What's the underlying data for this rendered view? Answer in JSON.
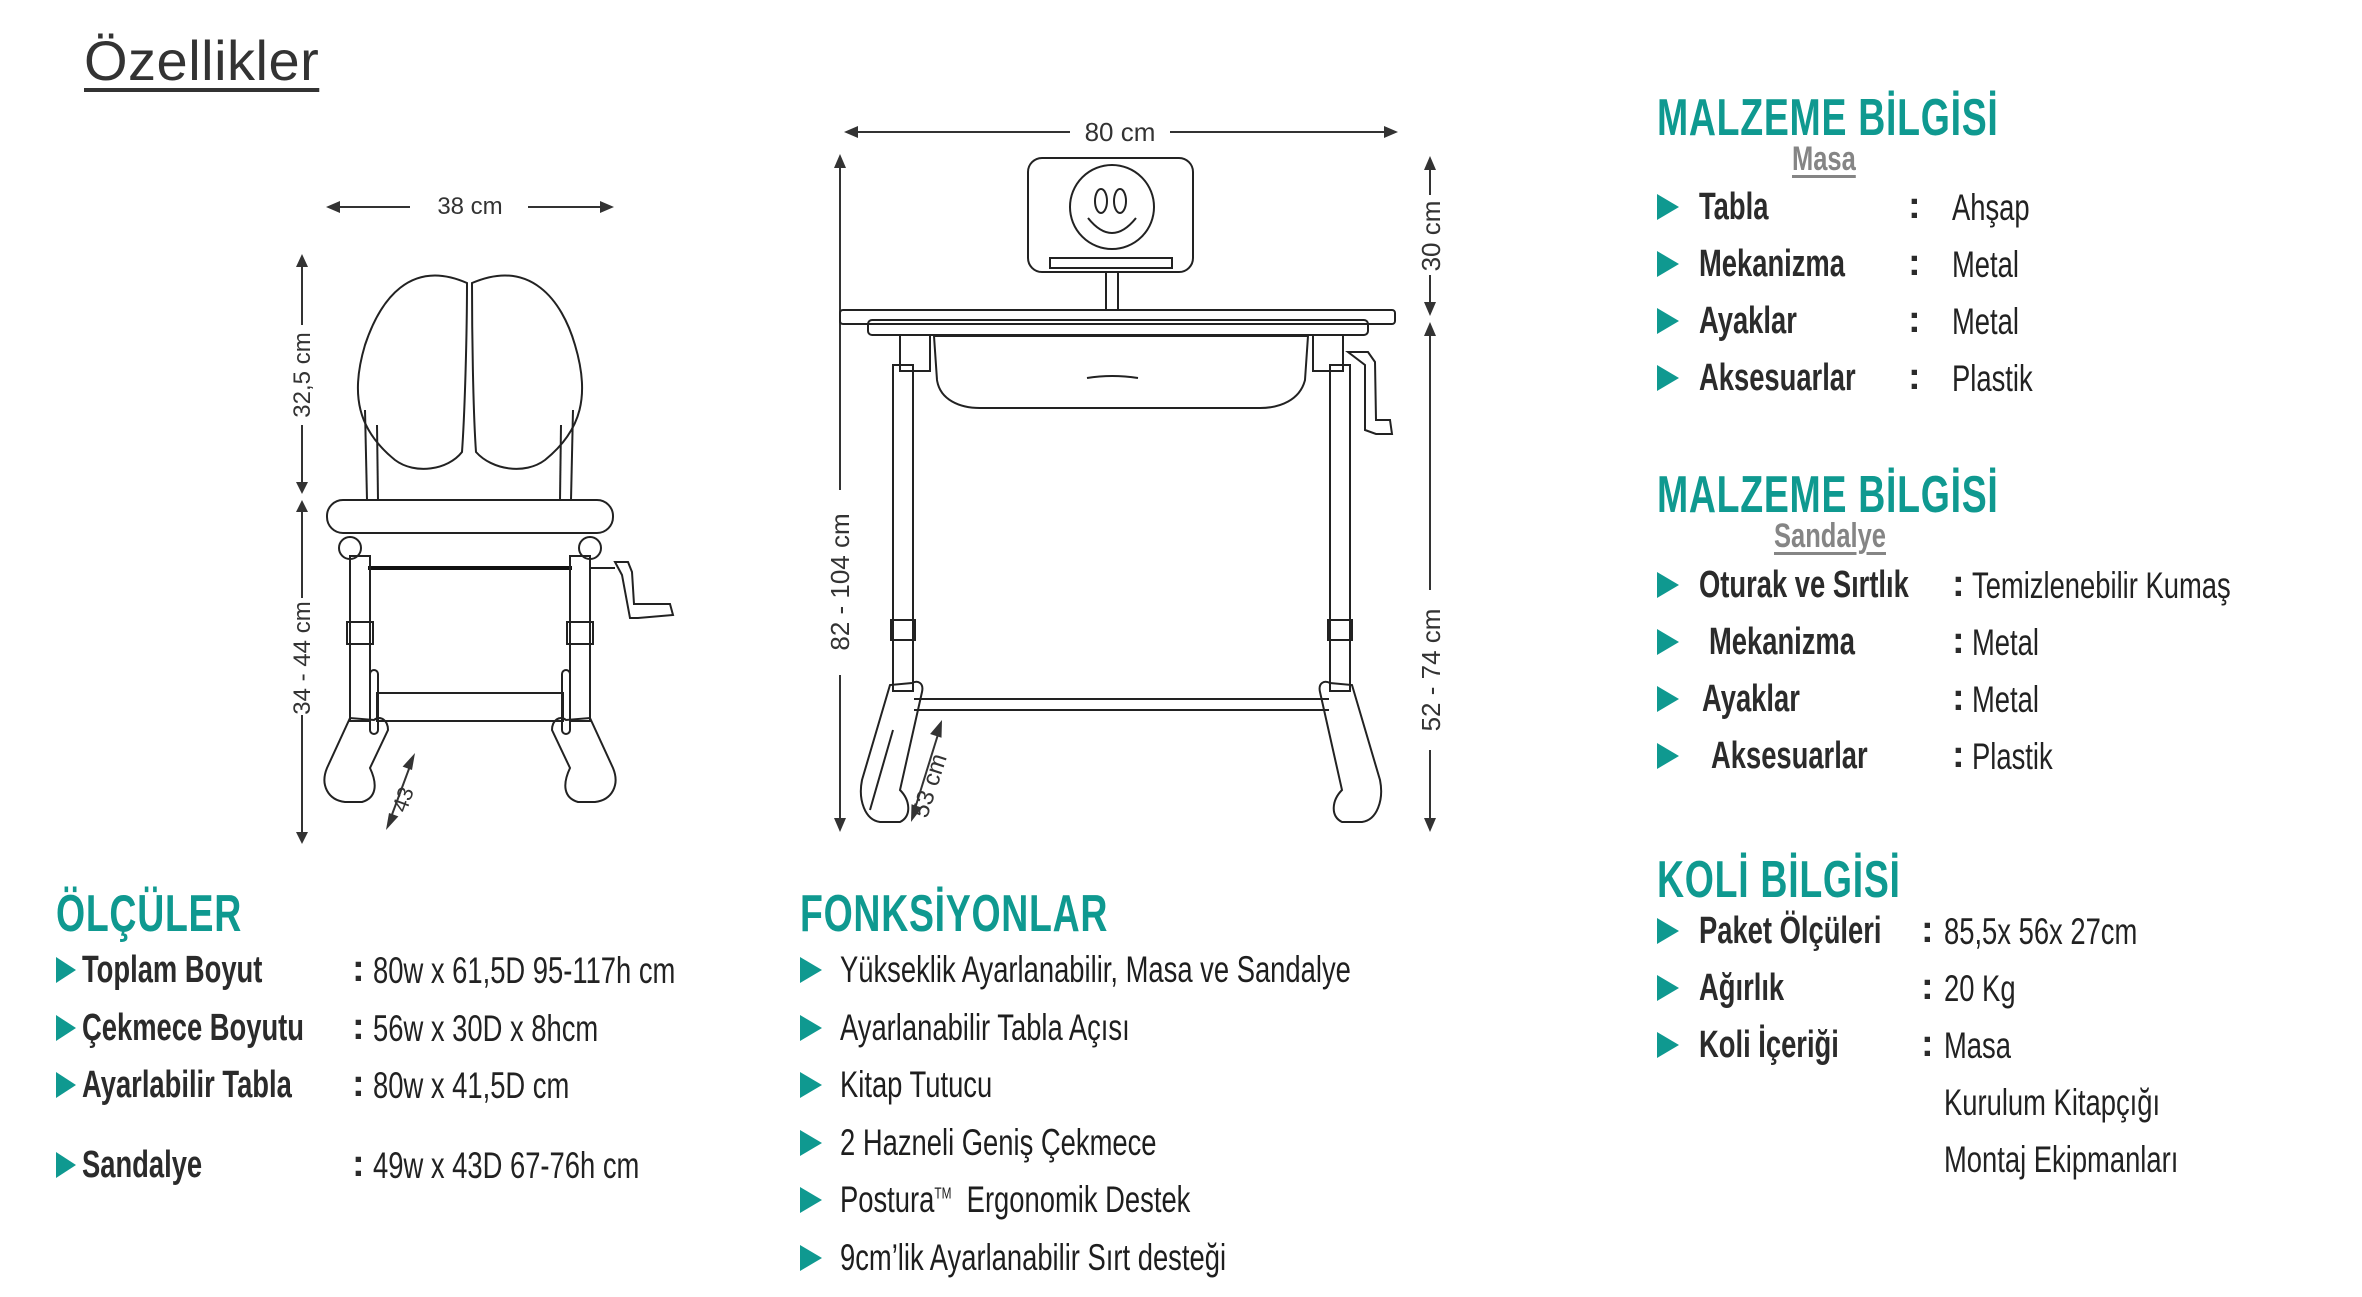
{
  "page": {
    "title": "Özellikler"
  },
  "accent_color": "#0f9990",
  "drawings": {
    "chair": {
      "dimensions": {
        "width": "38 cm",
        "backrest_height": "32,5 cm",
        "seat_height": "34 - 44 cm",
        "depth": "43"
      }
    },
    "desk": {
      "dimensions": {
        "width": "80 cm",
        "total_height": "82 - 104 cm",
        "book_holder_height": "30 cm",
        "desk_height": "52 - 74 cm",
        "depth": "53 cm"
      }
    }
  },
  "olculer": {
    "heading": "ÖLÇÜLER",
    "rows": [
      {
        "label": "Toplam  Boyut",
        "value": "80w x 61,5D  95-117h cm"
      },
      {
        "label": "Çekmece  Boyutu",
        "value": "56w x 30D x 8hcm"
      },
      {
        "label": "Ayarlabilir Tabla",
        "value": "80w x 41,5D cm"
      },
      {
        "label": "Sandalye",
        "value": "49w x 43D  67-76h cm"
      }
    ]
  },
  "fonksiyonlar": {
    "heading": "FONKSİYONLAR",
    "items": [
      "Yükseklik Ayarlanabilir, Masa ve Sandalye",
      "Ayarlanabilir Tabla Açısı",
      "Kitap Tutucu",
      "2 Hazneli Geniş Çekmece",
      "Postura",
      "9cm’lik Ayarlanabilir Sırt desteği"
    ],
    "postura_tm": "TM",
    "postura_rest": "Ergonomik Destek"
  },
  "malzeme_masa": {
    "heading": "MALZEME BİLGİSİ",
    "subheading": "Masa",
    "rows": [
      {
        "label": "Tabla",
        "value": "Ahşap"
      },
      {
        "label": "Mekanizma",
        "value": "Metal"
      },
      {
        "label": "Ayaklar",
        "value": "Metal"
      },
      {
        "label": "Aksesuarlar",
        "value": "Plastik"
      }
    ]
  },
  "malzeme_sandalye": {
    "heading": "MALZEME BİLGİSİ",
    "subheading": "Sandalye",
    "rows": [
      {
        "label": "Oturak ve  Sırtlık",
        "value": "Temizlenebilir Kumaş"
      },
      {
        "label": "Mekanizma",
        "value": "Metal"
      },
      {
        "label": "Ayaklar",
        "value": "Metal"
      },
      {
        "label": "Aksesuarlar",
        "value": "Plastik"
      }
    ]
  },
  "koli": {
    "heading": "KOLİ BİLGİSİ",
    "rows": [
      {
        "label": "Paket Ölçüleri",
        "value": "85,5x 56x 27cm"
      },
      {
        "label": "Ağırlık",
        "value": "20 Kg"
      },
      {
        "label": "Koli İçeriği",
        "value": "Masa"
      }
    ],
    "extra_contents": [
      "Kurulum Kitapçığı",
      "Montaj Ekipmanları"
    ]
  },
  "colon": ":"
}
